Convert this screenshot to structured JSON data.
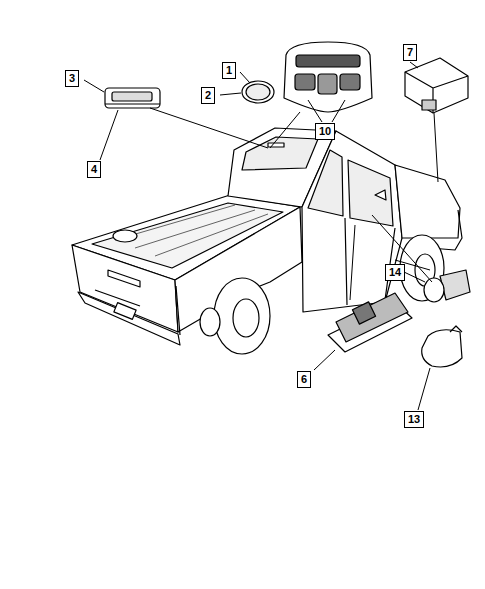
{
  "diagram": {
    "labels": [
      "1",
      "7",
      "3",
      "2",
      "10",
      "4",
      "14",
      "6",
      "13"
    ]
  }
}
